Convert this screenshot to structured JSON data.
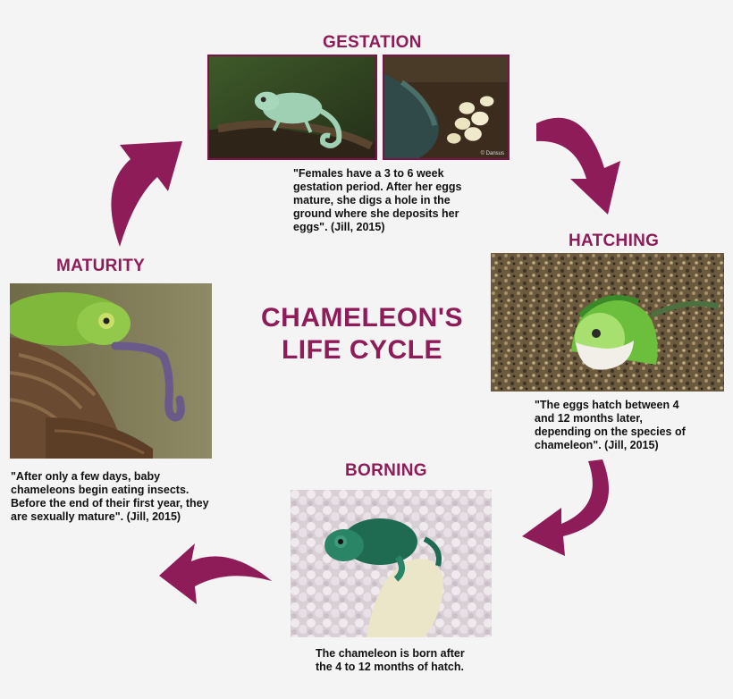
{
  "diagram": {
    "title_line1": "CHAMELEON'S",
    "title_line2": "LIFE CYCLE",
    "accent_color": "#8e1c58",
    "stages": {
      "gestation": {
        "title": "GESTATION",
        "description": "\"Females have a 3 to 6 week gestation period. After her eggs mature, she digs a hole in the ground where she deposits her eggs\". (Jill, 2015)",
        "photo_credit": "© Dansus"
      },
      "hatching": {
        "title": "HATCHING",
        "description": "\"The eggs hatch between 4 and 12 months later, depending on the species of chameleon\". (Jill, 2015)"
      },
      "borning": {
        "title": "BORNING",
        "description": "The chameleon is born after the 4 to 12 months of hatch."
      },
      "maturity": {
        "title": "MATURITY",
        "description": "\"After only a few days, baby chameleons begin eating insects. Before the end of their first year, they are sexually mature\". (Jill, 2015)"
      }
    }
  }
}
